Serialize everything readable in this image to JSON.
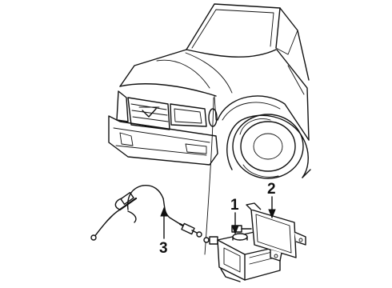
{
  "callouts": {
    "one": "1",
    "two": "2",
    "three": "3"
  },
  "colors": {
    "ink": "#111111",
    "paper": "#ffffff"
  }
}
